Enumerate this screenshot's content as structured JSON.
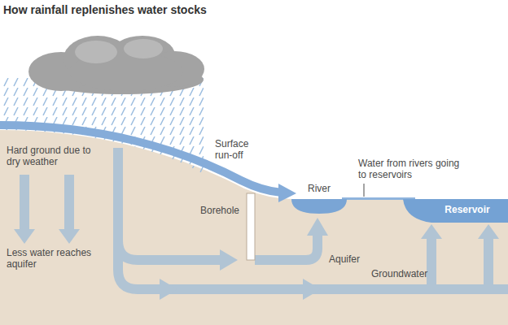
{
  "diagram": {
    "title": "How rainfall replenishes water stocks",
    "nodes": [
      {
        "text": [
          "River"
        ]
      },
      {
        "text": [
          "Reservoir"
        ]
      }
    ],
    "labels": [
      "Hard ground due to dry weather",
      "Surface run-off",
      "Water from rivers going to reservoirs",
      "Borehole",
      "Less water reaches aquifer",
      "Aquifer",
      "Groundwater"
    ]
  }
}
